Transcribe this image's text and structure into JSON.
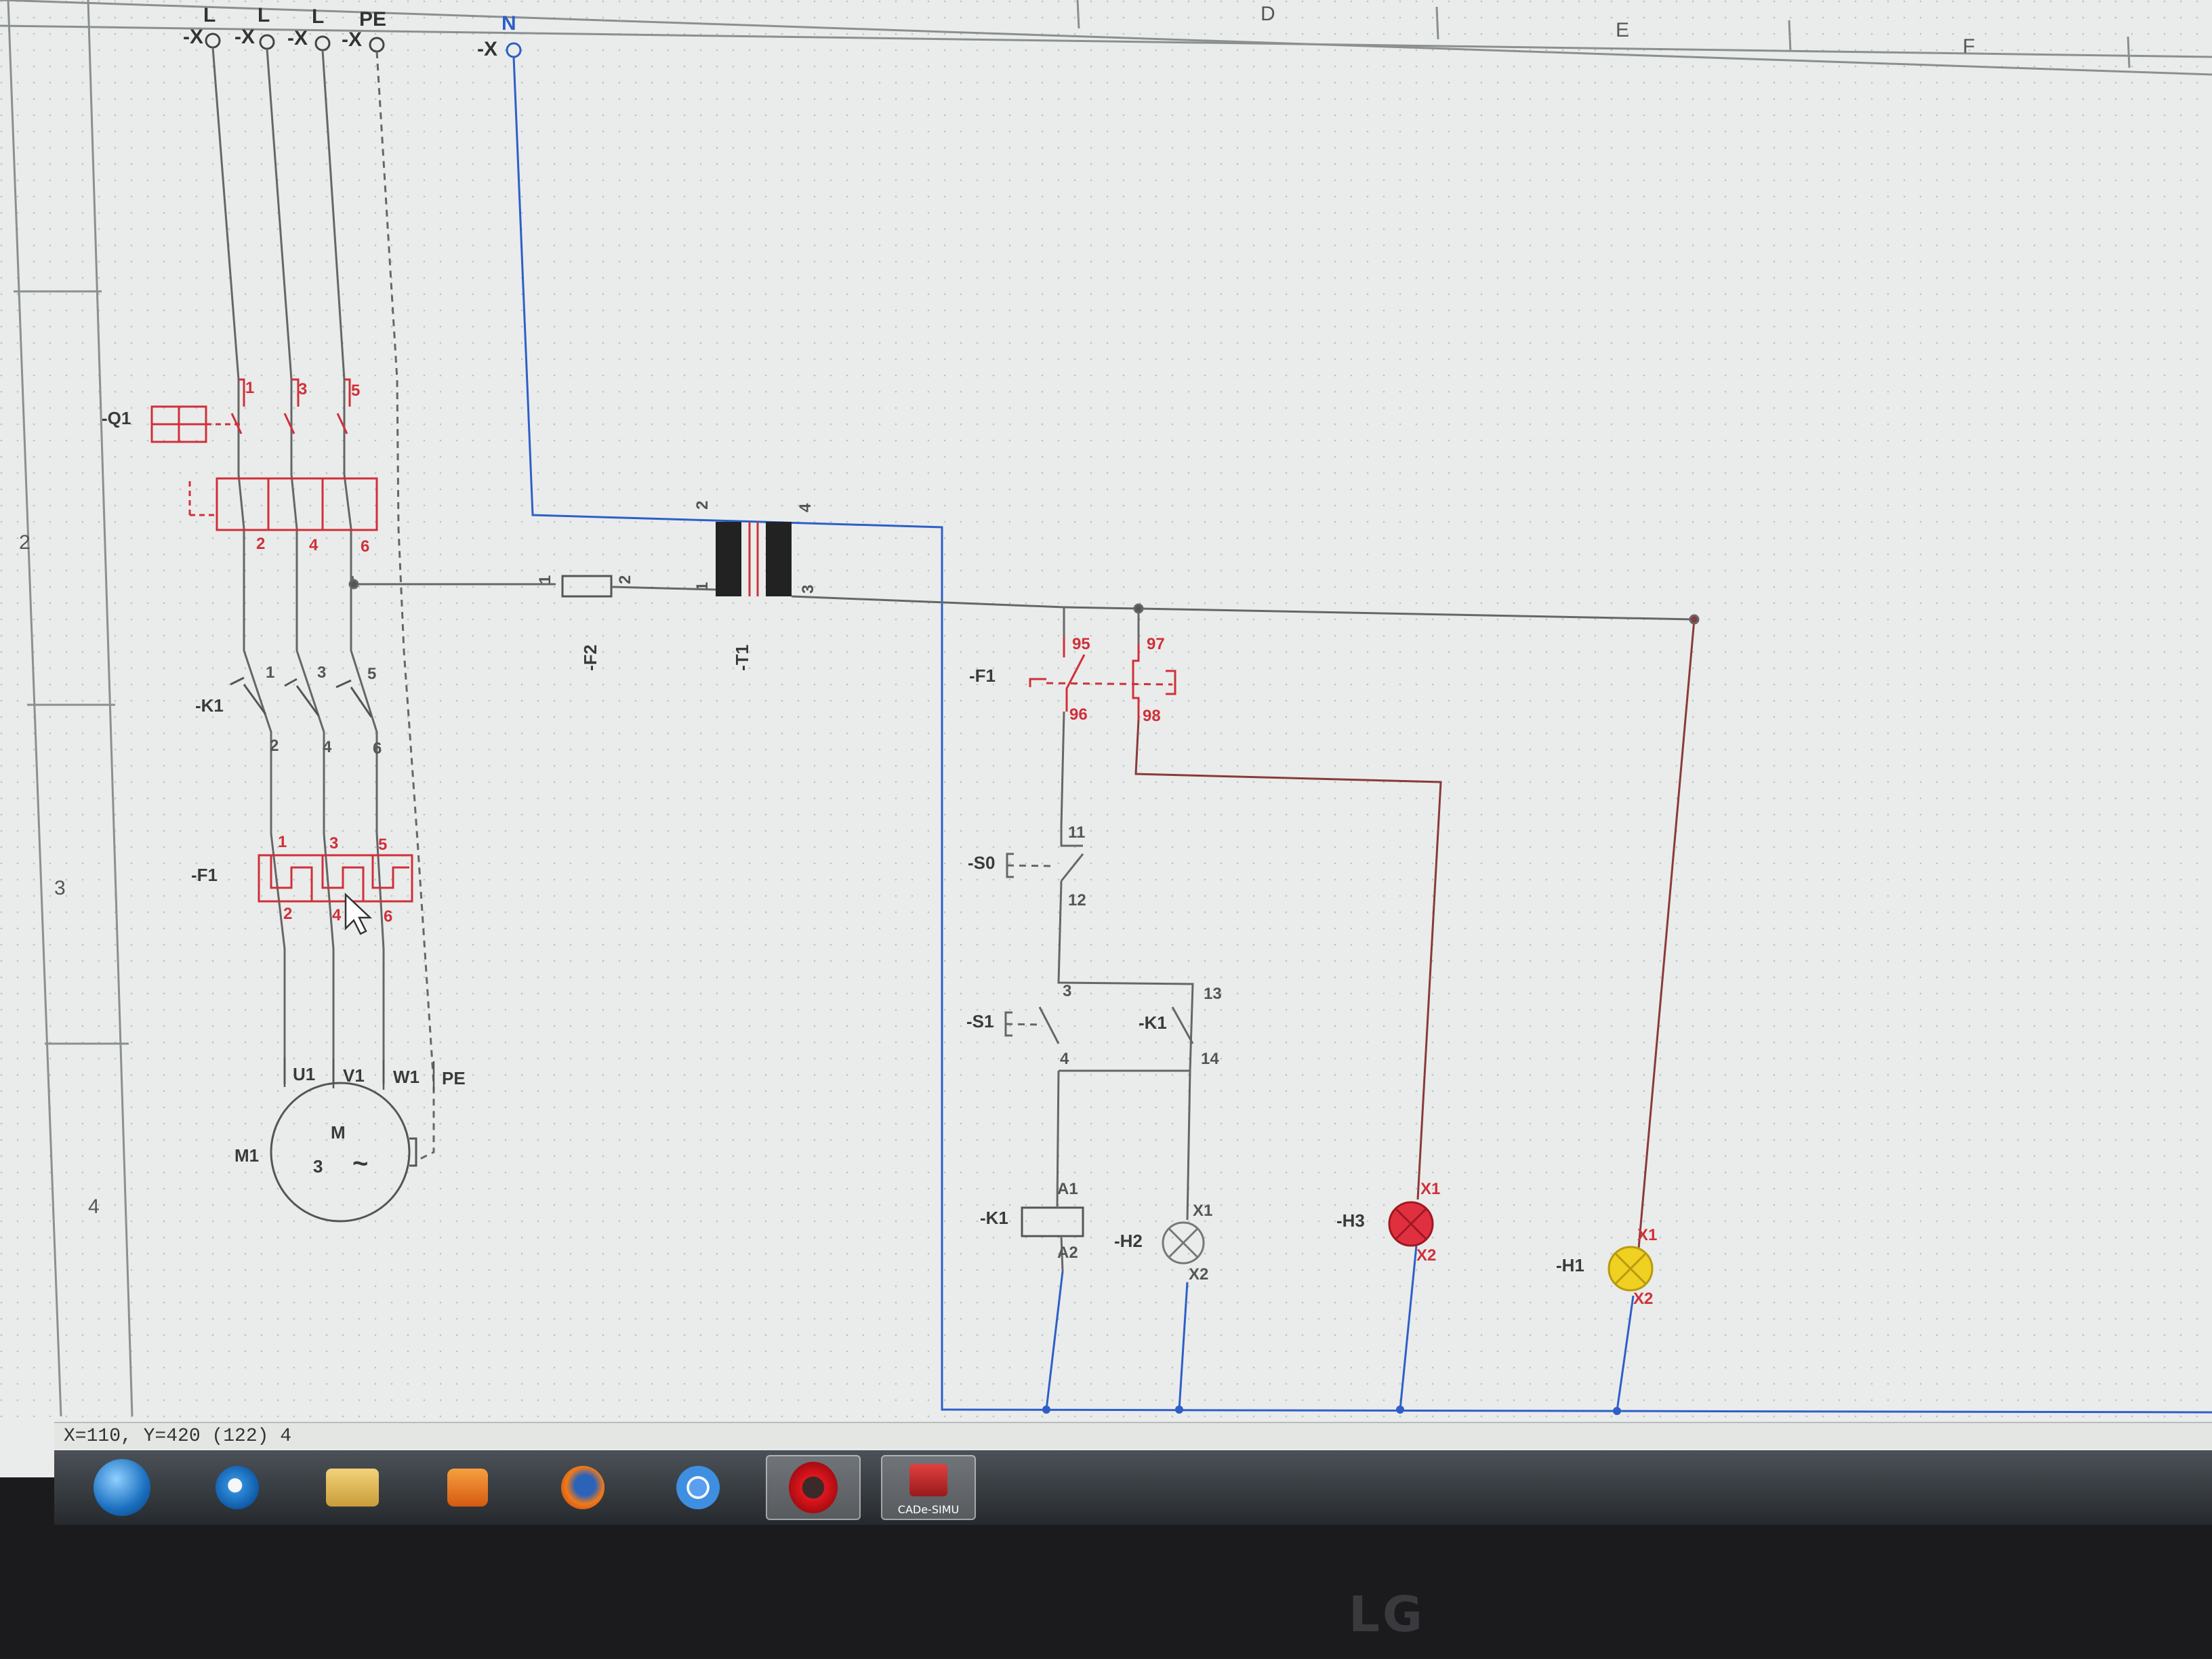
{
  "grid": {
    "columns": [
      "D",
      "E",
      "F"
    ],
    "rows": [
      "2",
      "3",
      "4"
    ]
  },
  "terminals": {
    "t1": {
      "ref": "-X",
      "line": "L"
    },
    "t2": {
      "ref": "-X",
      "line": "L"
    },
    "t3": {
      "ref": "-X",
      "line": "L"
    },
    "t4": {
      "ref": "-X",
      "line": "PE"
    },
    "tn": {
      "ref": "-X",
      "line": "N"
    }
  },
  "components": {
    "q1": "-Q1",
    "k1_main": "-K1",
    "f_thermal": "-F1",
    "motor": "M1",
    "motor_symbol": "M",
    "motor_phase": "3",
    "motor_ac": "~",
    "fuse": "-F2",
    "transformer": "-T1",
    "f1": "-F1",
    "s0": "-S0",
    "s1": "-S1",
    "k1_aux": "-K1",
    "k1_coil": "-K1",
    "h2": "-H2",
    "h3": "-H3",
    "h1": "-H1"
  },
  "pins": {
    "q1_top": [
      "1",
      "3",
      "5"
    ],
    "q1_bottom": [
      "2",
      "4",
      "6"
    ],
    "k1_top": [
      "1",
      "3",
      "5"
    ],
    "k1_bottom": [
      "2",
      "4",
      "6"
    ],
    "ft_top": [
      "1",
      "3",
      "5"
    ],
    "ft_bottom": [
      "2",
      "4",
      "6"
    ],
    "motor": [
      "U1",
      "V1",
      "W1",
      "PE"
    ],
    "fuse": [
      "1",
      "2"
    ],
    "t1_primary": [
      "2",
      "1"
    ],
    "t1_secondary": [
      "4",
      "3"
    ],
    "f1_nc": [
      "95",
      "96"
    ],
    "f1_no": [
      "97",
      "98"
    ],
    "s0": [
      "11",
      "12"
    ],
    "s1": [
      "3",
      "4"
    ],
    "k1_aux": [
      "13",
      "14"
    ],
    "k1_coil": [
      "A1",
      "A2"
    ],
    "h2": [
      "X1",
      "X2"
    ],
    "h3": [
      "X1",
      "X2"
    ],
    "h1": [
      "X1",
      "X2"
    ]
  },
  "colors": {
    "wire": "#666666",
    "neutral": "#2e5fc8",
    "symbol_red": "#d0303a",
    "lamp_red": "#e03040",
    "lamp_yellow": "#f0d020",
    "screen_bg": "#e9ecea"
  },
  "statusbar": {
    "coords": "X=110, Y=420 (122) 4"
  },
  "taskbar": {
    "items": [
      {
        "name": "start",
        "icon": "windows-orb-icon"
      },
      {
        "name": "ie",
        "icon": "internet-explorer-icon"
      },
      {
        "name": "explorer",
        "icon": "folder-icon"
      },
      {
        "name": "media",
        "icon": "media-player-icon"
      },
      {
        "name": "firefox",
        "icon": "firefox-icon"
      },
      {
        "name": "chrome",
        "icon": "chrome-icon"
      },
      {
        "name": "opera",
        "icon": "opera-icon"
      },
      {
        "name": "cade",
        "icon": "cade-simu-icon",
        "label": "CADe-SIMU"
      }
    ]
  },
  "monitor": {
    "brand": "LG"
  }
}
